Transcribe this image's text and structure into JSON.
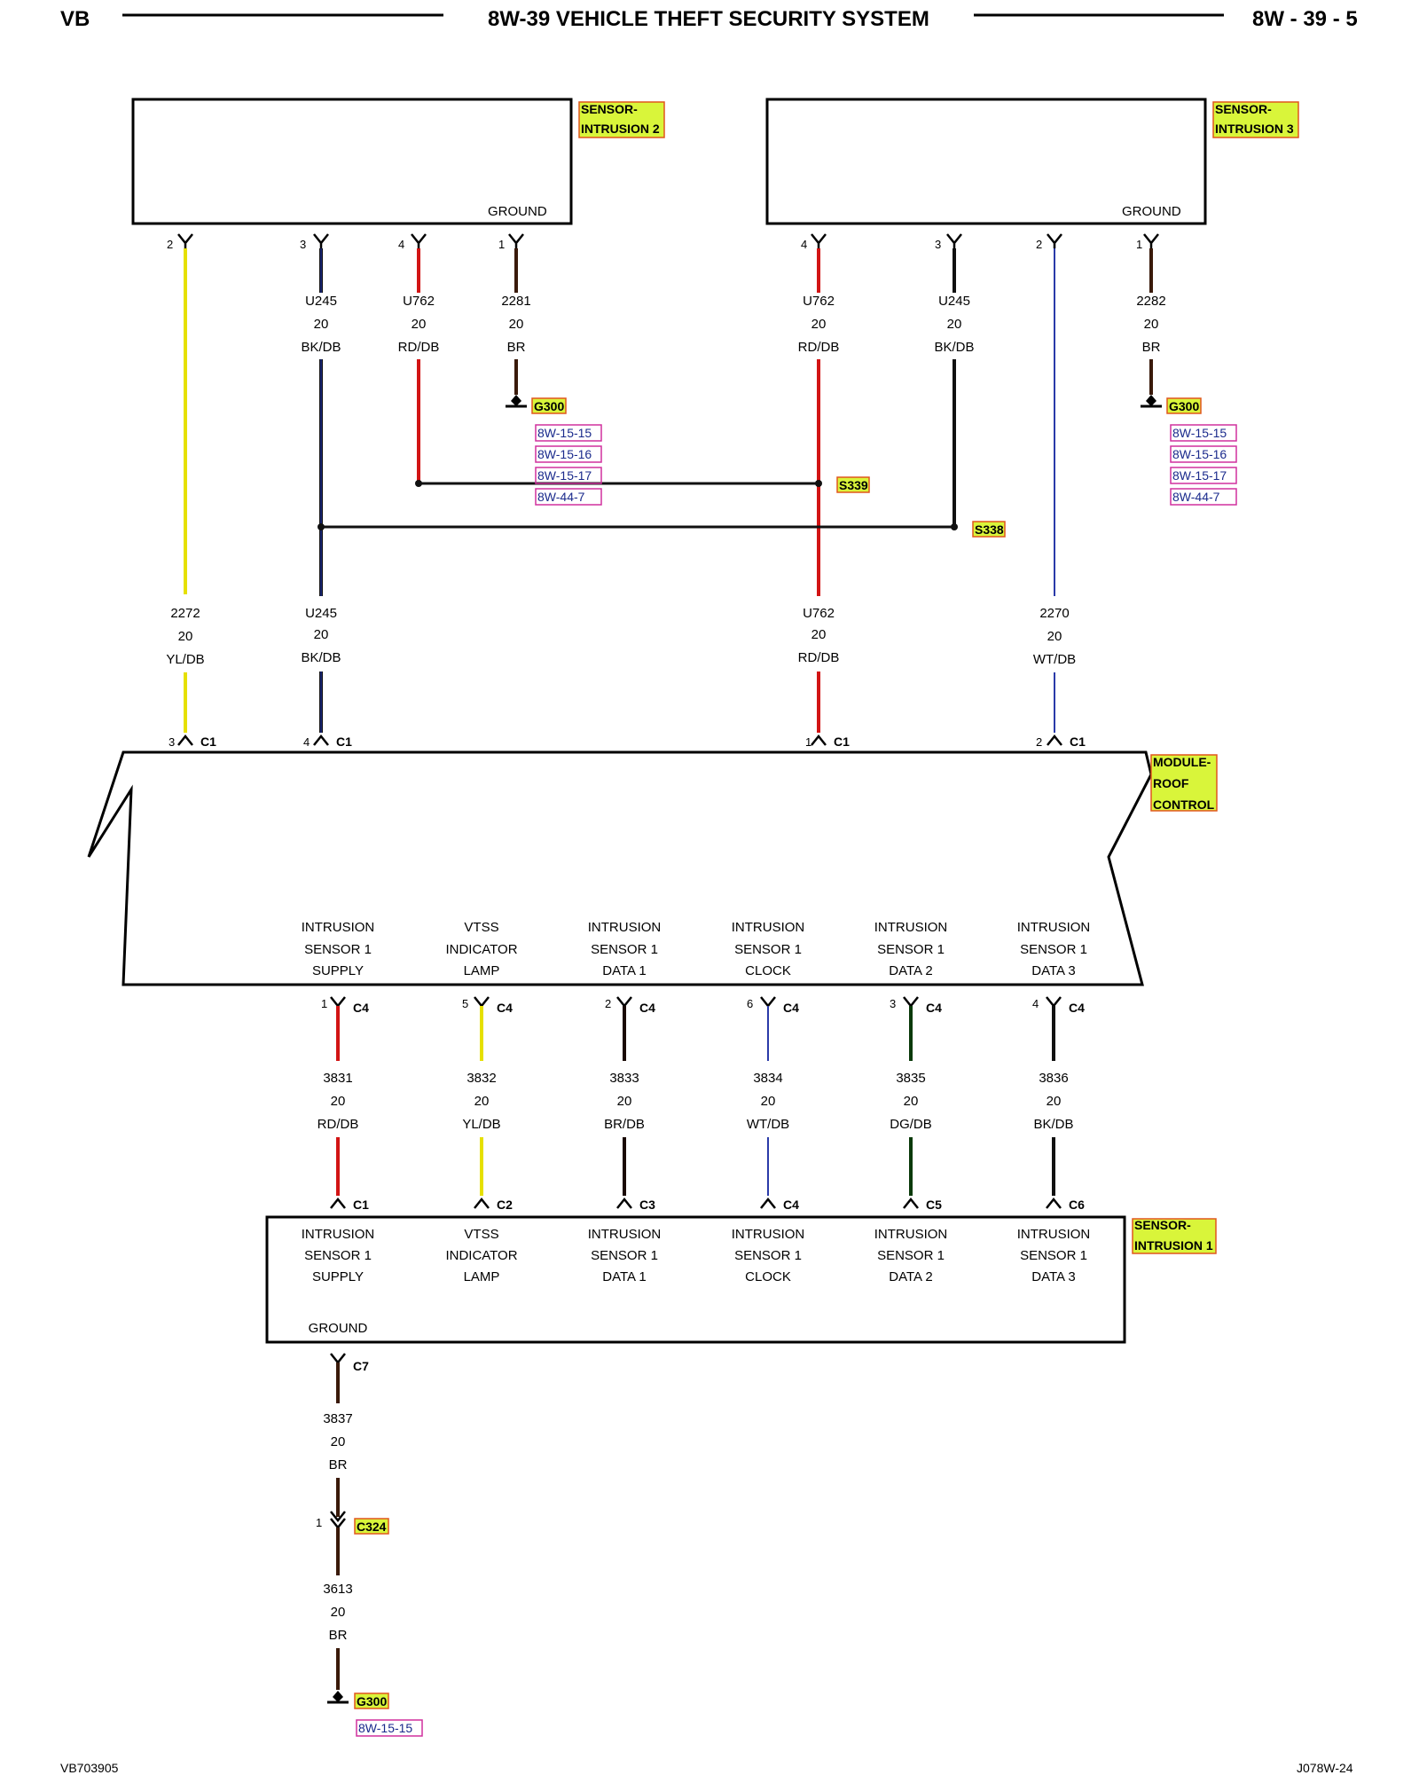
{
  "header": {
    "left": "VB",
    "title": "8W-39 VEHICLE THEFT SECURITY SYSTEM",
    "right": "8W - 39 - 5"
  },
  "footer": {
    "left": "VB703905",
    "right": "J078W-24"
  },
  "components": {
    "sensor2": {
      "name1": "SENSOR-",
      "name2": "INTRUSION 2",
      "ground": "GROUND"
    },
    "sensor3": {
      "name1": "SENSOR-",
      "name2": "INTRUSION 3",
      "ground": "GROUND"
    },
    "module": {
      "name1": "MODULE-",
      "name2": "ROOF",
      "name3": "CONTROL"
    },
    "sensor1": {
      "name1": "SENSOR-",
      "name2": "INTRUSION 1",
      "ground": "GROUND"
    }
  },
  "colors": {
    "YL": "#e6e000",
    "BK": "#111111",
    "DB": "#1a2a8c",
    "RD": "#d21414",
    "BR": "#3a1a0a",
    "WT": "#2a3aa8",
    "DG": "#0a3a0a"
  },
  "sensor2_wires": [
    {
      "pin": "2",
      "circuit": "",
      "gauge": "",
      "color": ""
    },
    {
      "pin": "3",
      "circuit": "U245",
      "gauge": "20",
      "color": "BK/DB"
    },
    {
      "pin": "4",
      "circuit": "U762",
      "gauge": "20",
      "color": "RD/DB"
    },
    {
      "pin": "1",
      "circuit": "2281",
      "gauge": "20",
      "color": "BR"
    }
  ],
  "sensor3_wires": [
    {
      "pin": "4",
      "circuit": "U762",
      "gauge": "20",
      "color": "RD/DB"
    },
    {
      "pin": "3",
      "circuit": "U245",
      "gauge": "20",
      "color": "BK/DB"
    },
    {
      "pin": "2",
      "circuit": "",
      "gauge": "",
      "color": ""
    },
    {
      "pin": "1",
      "circuit": "2282",
      "gauge": "20",
      "color": "BR"
    }
  ],
  "grounds": {
    "g300_a": {
      "name": "G300",
      "refs": [
        "8W-15-15",
        "8W-15-16",
        "8W-15-17",
        "8W-44-7"
      ]
    },
    "g300_b": {
      "name": "G300",
      "refs": [
        "8W-15-15",
        "8W-15-16",
        "8W-15-17",
        "8W-44-7"
      ]
    },
    "g300_c": {
      "name": "G300",
      "refs": [
        "8W-15-15"
      ]
    }
  },
  "splices": {
    "s339": "S339",
    "s338": "S338"
  },
  "module_top_wires": [
    {
      "circuit": "2272",
      "gauge": "20",
      "color": "YL/DB",
      "pin": "3",
      "conn": "C1"
    },
    {
      "circuit": "U245",
      "gauge": "20",
      "color": "BK/DB",
      "pin": "4",
      "conn": "C1"
    },
    {
      "circuit": "U762",
      "gauge": "20",
      "color": "RD/DB",
      "pin": "1",
      "conn": "C1"
    },
    {
      "circuit": "2270",
      "gauge": "20",
      "color": "WT/DB",
      "pin": "2",
      "conn": "C1"
    }
  ],
  "module_functions": [
    {
      "l1": "INTRUSION",
      "l2": "SENSOR 1",
      "l3": "SUPPLY"
    },
    {
      "l1": "VTSS",
      "l2": "INDICATOR",
      "l3": "LAMP"
    },
    {
      "l1": "INTRUSION",
      "l2": "SENSOR 1",
      "l3": "DATA 1"
    },
    {
      "l1": "INTRUSION",
      "l2": "SENSOR 1",
      "l3": "CLOCK"
    },
    {
      "l1": "INTRUSION",
      "l2": "SENSOR 1",
      "l3": "DATA 2"
    },
    {
      "l1": "INTRUSION",
      "l2": "SENSOR 1",
      "l3": "DATA 3"
    }
  ],
  "bottom_wires": [
    {
      "pin": "1",
      "conn": "C4",
      "circuit": "3831",
      "gauge": "20",
      "color": "RD/DB",
      "sconn": "C1"
    },
    {
      "pin": "5",
      "conn": "C4",
      "circuit": "3832",
      "gauge": "20",
      "color": "YL/DB",
      "sconn": "C2"
    },
    {
      "pin": "2",
      "conn": "C4",
      "circuit": "3833",
      "gauge": "20",
      "color": "BR/DB",
      "sconn": "C3"
    },
    {
      "pin": "6",
      "conn": "C4",
      "circuit": "3834",
      "gauge": "20",
      "color": "WT/DB",
      "sconn": "C4"
    },
    {
      "pin": "3",
      "conn": "C4",
      "circuit": "3835",
      "gauge": "20",
      "color": "DG/DB",
      "sconn": "C5"
    },
    {
      "pin": "4",
      "conn": "C4",
      "circuit": "3836",
      "gauge": "20",
      "color": "BK/DB",
      "sconn": "C6"
    }
  ],
  "ground_run": {
    "conn": "C7",
    "wire1": {
      "circuit": "3837",
      "gauge": "20",
      "color": "BR"
    },
    "inline": {
      "pin": "1",
      "name": "C324"
    },
    "wire2": {
      "circuit": "3613",
      "gauge": "20",
      "color": "BR"
    }
  }
}
